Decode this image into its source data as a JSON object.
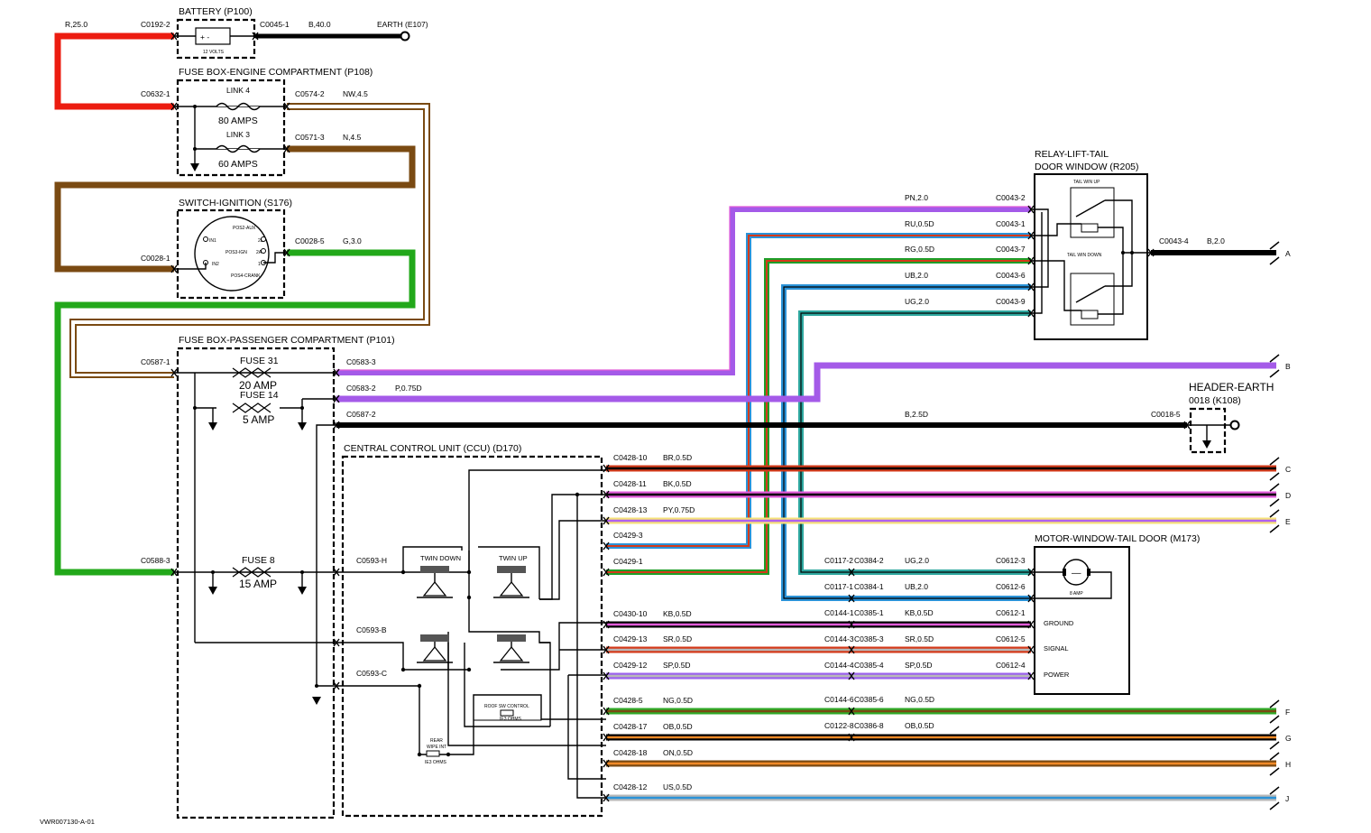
{
  "diagram_id": "VWR007130-A-01",
  "components": {
    "battery": {
      "title": "BATTERY (P100)",
      "volts": "12 VOLTS",
      "symbol": "+ -"
    },
    "earth_e107": "EARTH (E107)",
    "fuse_box_engine": {
      "title": "FUSE BOX-ENGINE COMPARTMENT (P108)",
      "link4": "LINK 4",
      "link4_rating": "80 AMPS",
      "link3": "LINK 3",
      "link3_rating": "60 AMPS"
    },
    "ignition": {
      "title": "SWITCH-IGNITION (S176)",
      "pos2": "POS2-AUX",
      "pos1": "IN1",
      "pos3": "POS3-IGN",
      "pos4": "POS4-CRANK",
      "in2": "IN2",
      "t2b": "2B",
      "t2a": "2A",
      "t1": "1"
    },
    "fuse_box_passenger": {
      "title": "FUSE BOX-PASSENGER COMPARTMENT (P101)",
      "fuse31": "FUSE 31",
      "fuse31_rating": "20 AMP",
      "fuse14": "FUSE 14",
      "fuse14_rating": "5 AMP",
      "fuse8": "FUSE 8",
      "fuse8_rating": "15 AMP"
    },
    "ccu": {
      "title": "CENTRAL CONTROL UNIT (CCU) (D170)",
      "twin_down": "TWIN DOWN",
      "twin_up": "TWIN UP",
      "roof_sw": "ROOF SW CONTROL",
      "roof_ohms": "IE3 OHMS",
      "rear_wipe": "REAR",
      "rear_wipe2": "WIPE INT",
      "rear_ohms": "IE3 OHMS"
    },
    "relay": {
      "title1": "RELAY-LIFT-TAIL",
      "title2": "DOOR WINDOW (R205)",
      "up": "TAIL WIN UP",
      "down": "TAIL WIN DOWN"
    },
    "header_earth": {
      "title1": "HEADER-EARTH",
      "title2": "0018 (K108)"
    },
    "motor": {
      "title": "MOTOR-WINDOW-TAIL DOOR (M173)",
      "amp": "8 AMP",
      "ground": "GROUND",
      "signal": "SIGNAL",
      "power": "POWER"
    }
  },
  "connectors": {
    "c0192_2": "C0192-2",
    "c0045_1": "C0045-1",
    "c0632_1": "C0632-1",
    "c0574_2": "C0574-2",
    "c0571_3": "C0571-3",
    "c0028_1": "C0028-1",
    "c0028_5": "C0028-5",
    "c0587_1": "C0587-1",
    "c0583_3": "C0583-3",
    "c0583_2": "C0583-2",
    "c0587_2": "C0587-2",
    "c0588_3": "C0588-3",
    "c0593_h": "C0593-H",
    "c0593_b": "C0593-B",
    "c0593_c": "C0593-C",
    "c0043_2": "C0043-2",
    "c0043_1": "C0043-1",
    "c0043_7": "C0043-7",
    "c0043_6": "C0043-6",
    "c0043_9": "C0043-9",
    "c0043_4": "C0043-4",
    "c0018_5": "C0018-5",
    "c0117_2": "C0117-2",
    "c0384_2": "C0384-2",
    "c0117_1": "C0117-1",
    "c0384_1": "C0384-1",
    "c0612_3": "C0612-3",
    "c0612_6": "C0612-6",
    "c0144_1": "C0144-1",
    "c0385_1": "C0385-1",
    "c0612_1": "C0612-1",
    "c0144_3": "C0144-3",
    "c0385_3": "C0385-3",
    "c0612_5": "C0612-5",
    "c0144_4": "C0144-4",
    "c0385_4": "C0385-4",
    "c0612_4": "C0612-4",
    "c0144_6": "C0144-6",
    "c0385_6": "C0385-6",
    "c0122_8": "C0122-8",
    "c0386_8": "C0386-8"
  },
  "wires": {
    "r_25": "R,25.0",
    "b_40": "B,40.0",
    "nw_45": "NW,4.5",
    "n_45": "N,4.5",
    "g_30": "G,3.0",
    "p_075": "P,0.75D",
    "b_25d": "B,2.5D",
    "pn_20": "PN,2.0",
    "ru_05": "RU,0.5D",
    "rg_05": "RG,0.5D",
    "ub_20a": "UB,2.0",
    "ug_20a": "UG,2.0",
    "b_20": "B,2.0",
    "ug_20b": "UG,2.0",
    "ub_20b": "UB,2.0",
    "kb_05b": "KB,0.5D",
    "sr_05b": "SR,0.5D",
    "sp_05b": "SP,0.5D",
    "ng_05b": "NG,0.5D",
    "ob_05b": "OB,0.5D"
  },
  "ccu_outputs": [
    {
      "pin": "C0428-10",
      "wire": "BR,0.5D",
      "colors": [
        "#000000",
        "#d43a1a"
      ],
      "end": "C"
    },
    {
      "pin": "C0428-11",
      "wire": "BK,0.5D",
      "colors": [
        "#000000",
        "#e05ad8"
      ],
      "end": "D"
    },
    {
      "pin": "C0428-13",
      "wire": "PY,0.75D",
      "colors": [
        "#b060ee",
        "#f5e27a"
      ],
      "end": "E"
    },
    {
      "pin": "C0429-3",
      "wire": "",
      "colors": [
        "#d43a1a",
        "#2b93d8"
      ],
      "end": ""
    },
    {
      "pin": "C0429-1",
      "wire": "",
      "colors": [
        "#d43a1a",
        "#1e9e28"
      ],
      "end": ""
    },
    {
      "pin": "C0430-10",
      "wire": "KB,0.5D",
      "colors": [
        "#e05ad8",
        "#000000"
      ],
      "end": ""
    },
    {
      "pin": "C0429-13",
      "wire": "SR,0.5D",
      "colors": [
        "#b8b8b8",
        "#d43a1a"
      ],
      "end": ""
    },
    {
      "pin": "C0429-12",
      "wire": "SP,0.5D",
      "colors": [
        "#b8b8b8",
        "#9c62ee"
      ],
      "end": ""
    },
    {
      "pin": "C0428-5",
      "wire": "NG,0.5D",
      "colors": [
        "#7a4a12",
        "#2faa28"
      ],
      "end": "F"
    },
    {
      "pin": "C0428-17",
      "wire": "OB,0.5D",
      "colors": [
        "#f08a28",
        "#000000"
      ],
      "end": "G"
    },
    {
      "pin": "C0428-18",
      "wire": "ON,0.5D",
      "colors": [
        "#f08a28",
        "#7a4a12"
      ],
      "end": "H"
    },
    {
      "pin": "C0428-12",
      "wire": "US,0.5D",
      "colors": [
        "#2b93d8",
        "#b8b8b8"
      ],
      "end": "J"
    }
  ],
  "end_labels": {
    "a": "A",
    "b": "B"
  },
  "colors": {
    "red": "#ec1c10",
    "brown": "#7a4a12",
    "green": "#22a81a",
    "purple": "#a45ae8",
    "black": "#000000",
    "blue": "#2b93d8",
    "teal": "#2fa8a0",
    "pink": "#e05ad8",
    "orange": "#f08a28"
  }
}
